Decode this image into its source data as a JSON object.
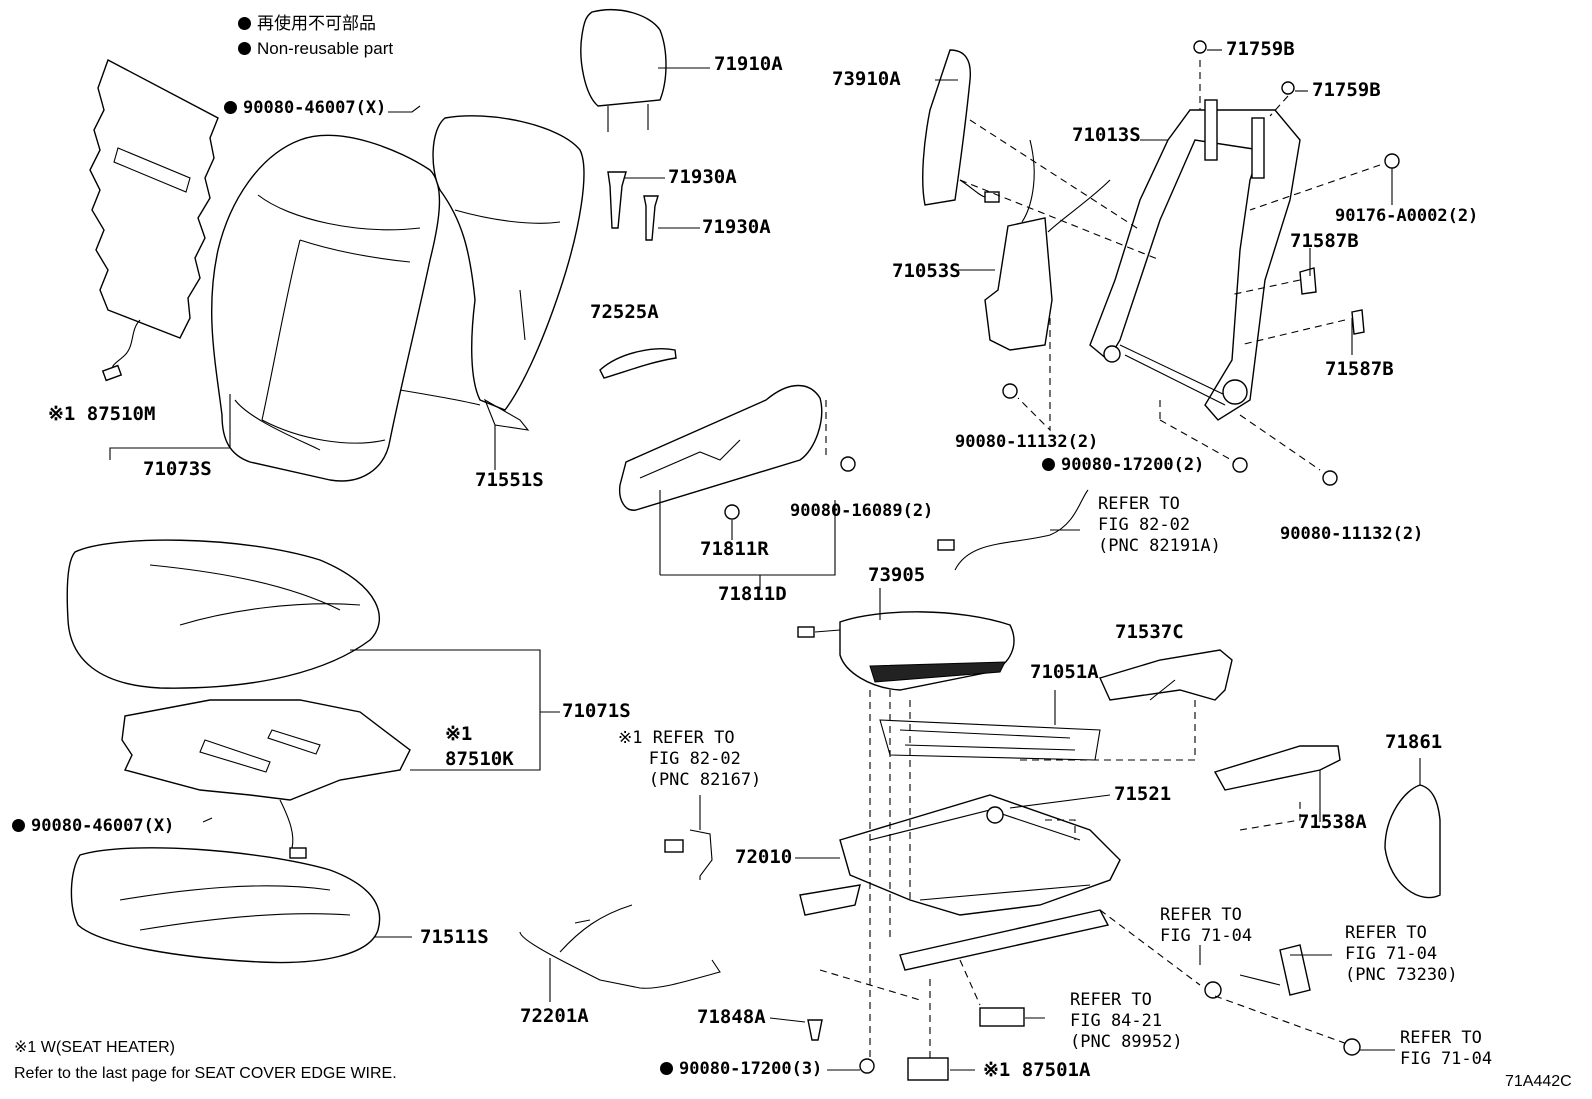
{
  "legend": {
    "line1": "再使用不可部品",
    "line2": "Non-reusable part"
  },
  "footnotes": {
    "seat_heater": "※1  W(SEAT  HEATER)",
    "edge_wire": "Refer to the last page for SEAT COVER EDGE WIRE."
  },
  "figure_code": "71A442C",
  "parts": {
    "p71910A": "71910A",
    "p73910A": "73910A",
    "p71759B_top": "71759B",
    "p71759B_2": "71759B",
    "p90080_46007_top": "90080-46007(X)",
    "p71013S": "71013S",
    "p71930A_1": "71930A",
    "p71930A_2": "71930A",
    "p90176_A0002": "90176-A0002(2)",
    "p71587B_1": "71587B",
    "p71053S": "71053S",
    "p72525A": "72525A",
    "p87510M": "※1 87510M",
    "p71587B_2": "71587B",
    "p71073S": "71073S",
    "p71551S": "71551S",
    "p90080_11132_a": "90080-11132(2)",
    "p90080_17200_b": "90080-17200(2)",
    "p90080_16089": "90080-16089(2)",
    "p71811R": "71811R",
    "p90080_11132_b": "90080-11132(2)",
    "p71811D": "71811D",
    "p73905": "73905",
    "p71537C": "71537C",
    "p71051A": "71051A",
    "p71071S": "71071S",
    "p87510K_mark": "※1",
    "p87510K": "87510K",
    "p71861": "71861",
    "p71521": "71521",
    "p90080_46007_bot": "90080-46007(X)",
    "p71538A": "71538A",
    "p72010": "72010",
    "p71511S": "71511S",
    "p72201A": "72201A",
    "p71848A": "71848A",
    "p90080_17200_c": "90080-17200(3)",
    "p87501A": "※1 87501A"
  },
  "references": {
    "fig82_02_a": "REFER TO\nFIG 82-02\n(PNC 82191A)",
    "fig82_02_b": "※1 REFER TO\n   FIG 82-02\n   (PNC 82167)",
    "fig71_04_a": "REFER TO\nFIG 71-04",
    "fig71_04_b": "REFER TO\nFIG 71-04\n(PNC 73230)",
    "fig84_21": "REFER TO\nFIG 84-21\n(PNC 89952)",
    "fig71_04_c": "REFER TO\nFIG 71-04"
  }
}
